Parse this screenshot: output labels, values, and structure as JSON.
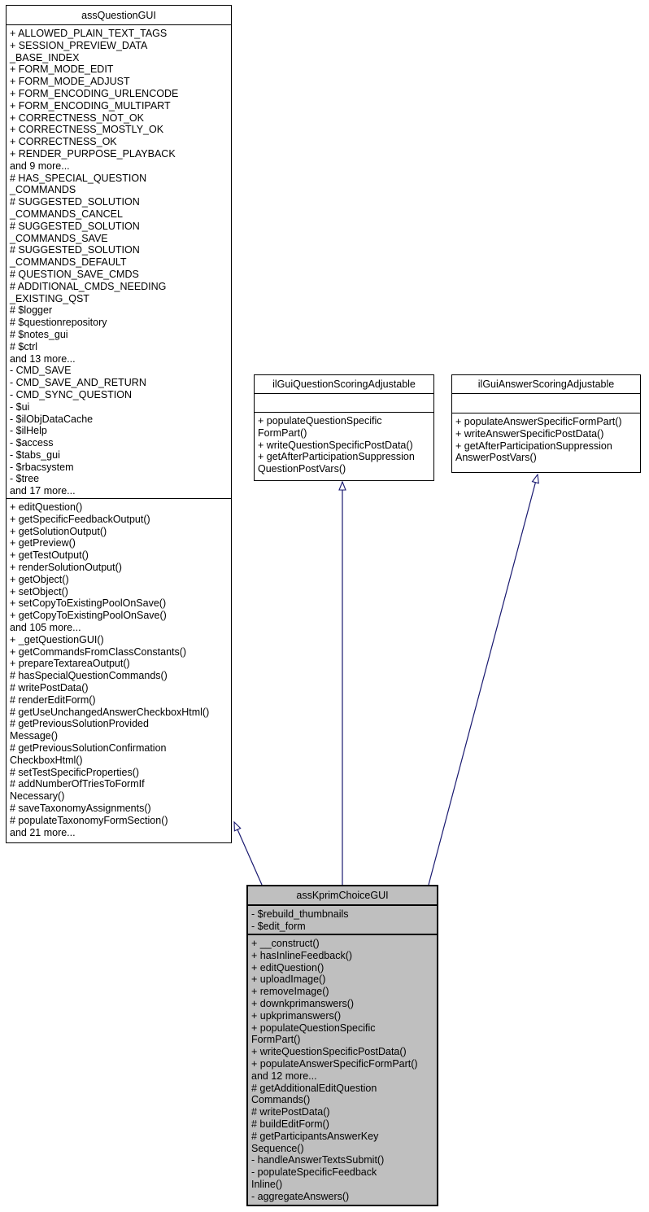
{
  "diagram": {
    "colors": {
      "arrow": "#191970",
      "border": "#000000",
      "highlight_fill": "#bfbfbf",
      "background": "#ffffff"
    },
    "classes": [
      {
        "title": "assQuestionGUI",
        "attributes": [
          "+ ALLOWED_PLAIN_TEXT_TAGS",
          "+ SESSION_PREVIEW_DATA",
          "_BASE_INDEX",
          "+ FORM_MODE_EDIT",
          "+ FORM_MODE_ADJUST",
          "+ FORM_ENCODING_URLENCODE",
          "+ FORM_ENCODING_MULTIPART",
          "+ CORRECTNESS_NOT_OK",
          "+ CORRECTNESS_MOSTLY_OK",
          "+ CORRECTNESS_OK",
          "+ RENDER_PURPOSE_PLAYBACK",
          "and 9 more...",
          "# HAS_SPECIAL_QUESTION",
          "_COMMANDS",
          "# SUGGESTED_SOLUTION",
          "_COMMANDS_CANCEL",
          "# SUGGESTED_SOLUTION",
          "_COMMANDS_SAVE",
          "# SUGGESTED_SOLUTION",
          "_COMMANDS_DEFAULT",
          "# QUESTION_SAVE_CMDS",
          "# ADDITIONAL_CMDS_NEEDING",
          "_EXISTING_QST",
          "# $logger",
          "# $questionrepository",
          "# $notes_gui",
          "# $ctrl",
          "and 13 more...",
          "- CMD_SAVE",
          "- CMD_SAVE_AND_RETURN",
          "- CMD_SYNC_QUESTION",
          "- $ui",
          "- $ilObjDataCache",
          "- $ilHelp",
          "- $access",
          "- $tabs_gui",
          "- $rbacsystem",
          "- $tree",
          "and 17 more..."
        ],
        "methods": [
          "+ editQuestion()",
          "+ getSpecificFeedbackOutput()",
          "+ getSolutionOutput()",
          "+ getPreview()",
          "+ getTestOutput()",
          "+ renderSolutionOutput()",
          "+ getObject()",
          "+ setObject()",
          "+ setCopyToExistingPoolOnSave()",
          "+ getCopyToExistingPoolOnSave()",
          "and 105 more...",
          "+ _getQuestionGUI()",
          "+ getCommandsFromClassConstants()",
          "+ prepareTextareaOutput()",
          "# hasSpecialQuestionCommands()",
          "# writePostData()",
          "# renderEditForm()",
          "# getUseUnchangedAnswerCheckboxHtml()",
          "# getPreviousSolutionProvided",
          "Message()",
          "# getPreviousSolutionConfirmation",
          "CheckboxHtml()",
          "# setTestSpecificProperties()",
          "# addNumberOfTriesToFormIf",
          "Necessary()",
          "# saveTaxonomyAssignments()",
          "# populateTaxonomyFormSection()",
          "and 21 more..."
        ]
      },
      {
        "title": "ilGuiQuestionScoringAdjustable",
        "attributes": [],
        "methods": [
          "+ populateQuestionSpecific",
          "FormPart()",
          "+ writeQuestionSpecificPostData()",
          "+ getAfterParticipationSuppression",
          "QuestionPostVars()"
        ]
      },
      {
        "title": "ilGuiAnswerScoringAdjustable",
        "attributes": [],
        "methods": [
          "+ populateAnswerSpecificFormPart()",
          "+ writeAnswerSpecificPostData()",
          "+ getAfterParticipationSuppression",
          "AnswerPostVars()"
        ]
      },
      {
        "title": "assKprimChoiceGUI",
        "attributes": [
          "- $rebuild_thumbnails",
          "- $edit_form"
        ],
        "methods": [
          "+ __construct()",
          "+ hasInlineFeedback()",
          "+ editQuestion()",
          "+ uploadImage()",
          "+ removeImage()",
          "+ downkprimanswers()",
          "+ upkprimanswers()",
          "+ populateQuestionSpecific",
          "FormPart()",
          "+ writeQuestionSpecificPostData()",
          "+ populateAnswerSpecificFormPart()",
          "and 12 more...",
          "# getAdditionalEditQuestion",
          "Commands()",
          "# writePostData()",
          "# buildEditForm()",
          "# getParticipantsAnswerKey",
          "Sequence()",
          "- handleAnswerTextsSubmit()",
          "- populateSpecificFeedback",
          "Inline()",
          "- aggregateAnswers()"
        ]
      }
    ]
  }
}
